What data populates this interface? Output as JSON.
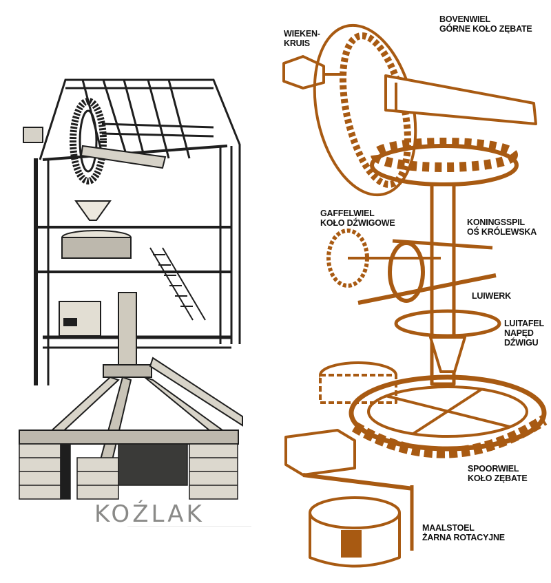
{
  "figure": {
    "left": {
      "caption": "KOŹLAK",
      "description": "Engraving of a post windmill (koźlak) interior on a trestle base"
    },
    "right": {
      "description": "Exploded drawing of windmill gearing",
      "labels": [
        {
          "id": "wieken-kruis",
          "line1": "WIEKEN-",
          "line2": "KRUIS",
          "line3": ""
        },
        {
          "id": "bovenwiel",
          "line1": "BOVENWIEL",
          "line2": "GÓRNE KOŁO ZĘBATE",
          "line3": ""
        },
        {
          "id": "gaffelwiel",
          "line1": "GAFFELWIEL",
          "line2": "KOŁO DŹWIGOWE",
          "line3": ""
        },
        {
          "id": "koningsspil",
          "line1": "KONINGSSPIL",
          "line2": "OŚ KRÓLEWSKA",
          "line3": ""
        },
        {
          "id": "luiwerk",
          "line1": "LUIWERK",
          "line2": "",
          "line3": ""
        },
        {
          "id": "luitafel",
          "line1": "LUITAFEL",
          "line2": "NAPĘD",
          "line3": "DŹWIGU"
        },
        {
          "id": "spoorwiel",
          "line1": "SPOORWIEL",
          "line2": "KOŁO ZĘBATE",
          "line3": ""
        },
        {
          "id": "maalstoel",
          "line1": "MAALSTOEL",
          "line2": "ŻARNA ROTACYJNE",
          "line3": ""
        }
      ]
    },
    "colors": {
      "drawing_brown": "#a85a12",
      "engraving_ink": "#1e1e1e",
      "caption_gray": "#8a8a88",
      "label_text": "#111111",
      "background": "#ffffff"
    }
  }
}
